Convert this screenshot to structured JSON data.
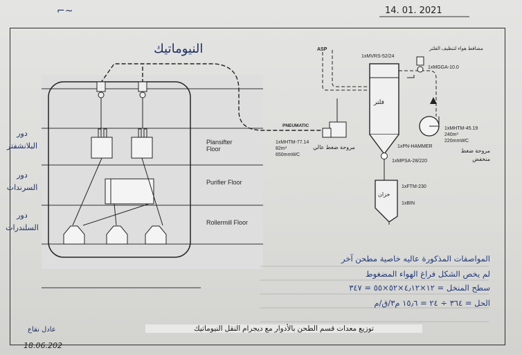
{
  "header": {
    "date_top": "14. 01. 2021",
    "date_bottom": "18.06.202"
  },
  "diagram": {
    "pneumatic_label_ar": "النيوماتيك",
    "floor_labels_ar": [
      "دور البلانشفتر",
      "دور السرندات",
      "دور السلندرات"
    ],
    "floor_labels_en": [
      "Plansifter Floor",
      "Purifier Floor",
      "Rollermill Floor"
    ],
    "air_lock_label": "ASP",
    "pneumatic_tag": "PNEUMATIC",
    "filter_cleaning_fan_ar": "مشافط هواء لتنظيف الفلتر",
    "filter_model": "1xMVRS-52/24",
    "filter_ar": "فلتر",
    "fan_mgga": "1xMGGA-10.0",
    "high_pressure_fan_model": "1xMHTM-77.14",
    "high_pressure_fan_flow": "82m³",
    "high_pressure_fan_pressure": "650mmWC",
    "high_pressure_fan_ar": "مروحة ضغط عالي",
    "low_pressure_fan_model": "1xMHTM-45.19",
    "low_pressure_fan_flow": "240m³",
    "low_pressure_fan_pressure": "220mmWC",
    "low_pressure_fan_ar": "مروحة ضغط منخفض",
    "hammer": "1xPN-HAMMER",
    "mpsa": "1xMPSA-28/220",
    "ftm": "1xFTM-230",
    "bin": "1xBIN",
    "bin_ar": "خزان"
  },
  "notes": [
    "المواصفات المذكورة عاليه خاصية مطحن آخر",
    "لم يخص الشكل فراغ الهواء المضغوط",
    "سطح المنخل = ١٢×٤٫١٢×٥٢×٥٥ = ٣٤٧",
    "الحل = ٣٦٤ ÷ ٢٤ = ١٥٫٦ م٣/ق/م"
  ],
  "caption": "توزيع معدات قسم الطحن بالأدوار مع ديجرام النقل النيوماتيك",
  "signature": "عادل نفاع"
}
